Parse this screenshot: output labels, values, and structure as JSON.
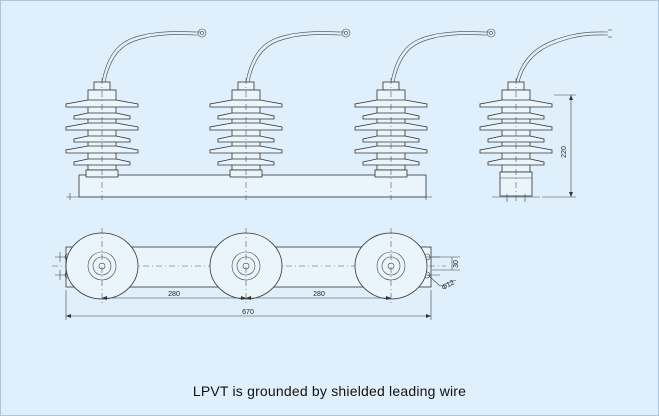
{
  "caption": "LPVT is grounded by shielded leading wire",
  "dimensions": {
    "height": "220",
    "spacing_left": "280",
    "spacing_right": "280",
    "overall_length": "670",
    "slot_width": "30",
    "hole_dia": "Φ12"
  },
  "colors": {
    "background": "#dfeffb",
    "line": "#333333"
  }
}
